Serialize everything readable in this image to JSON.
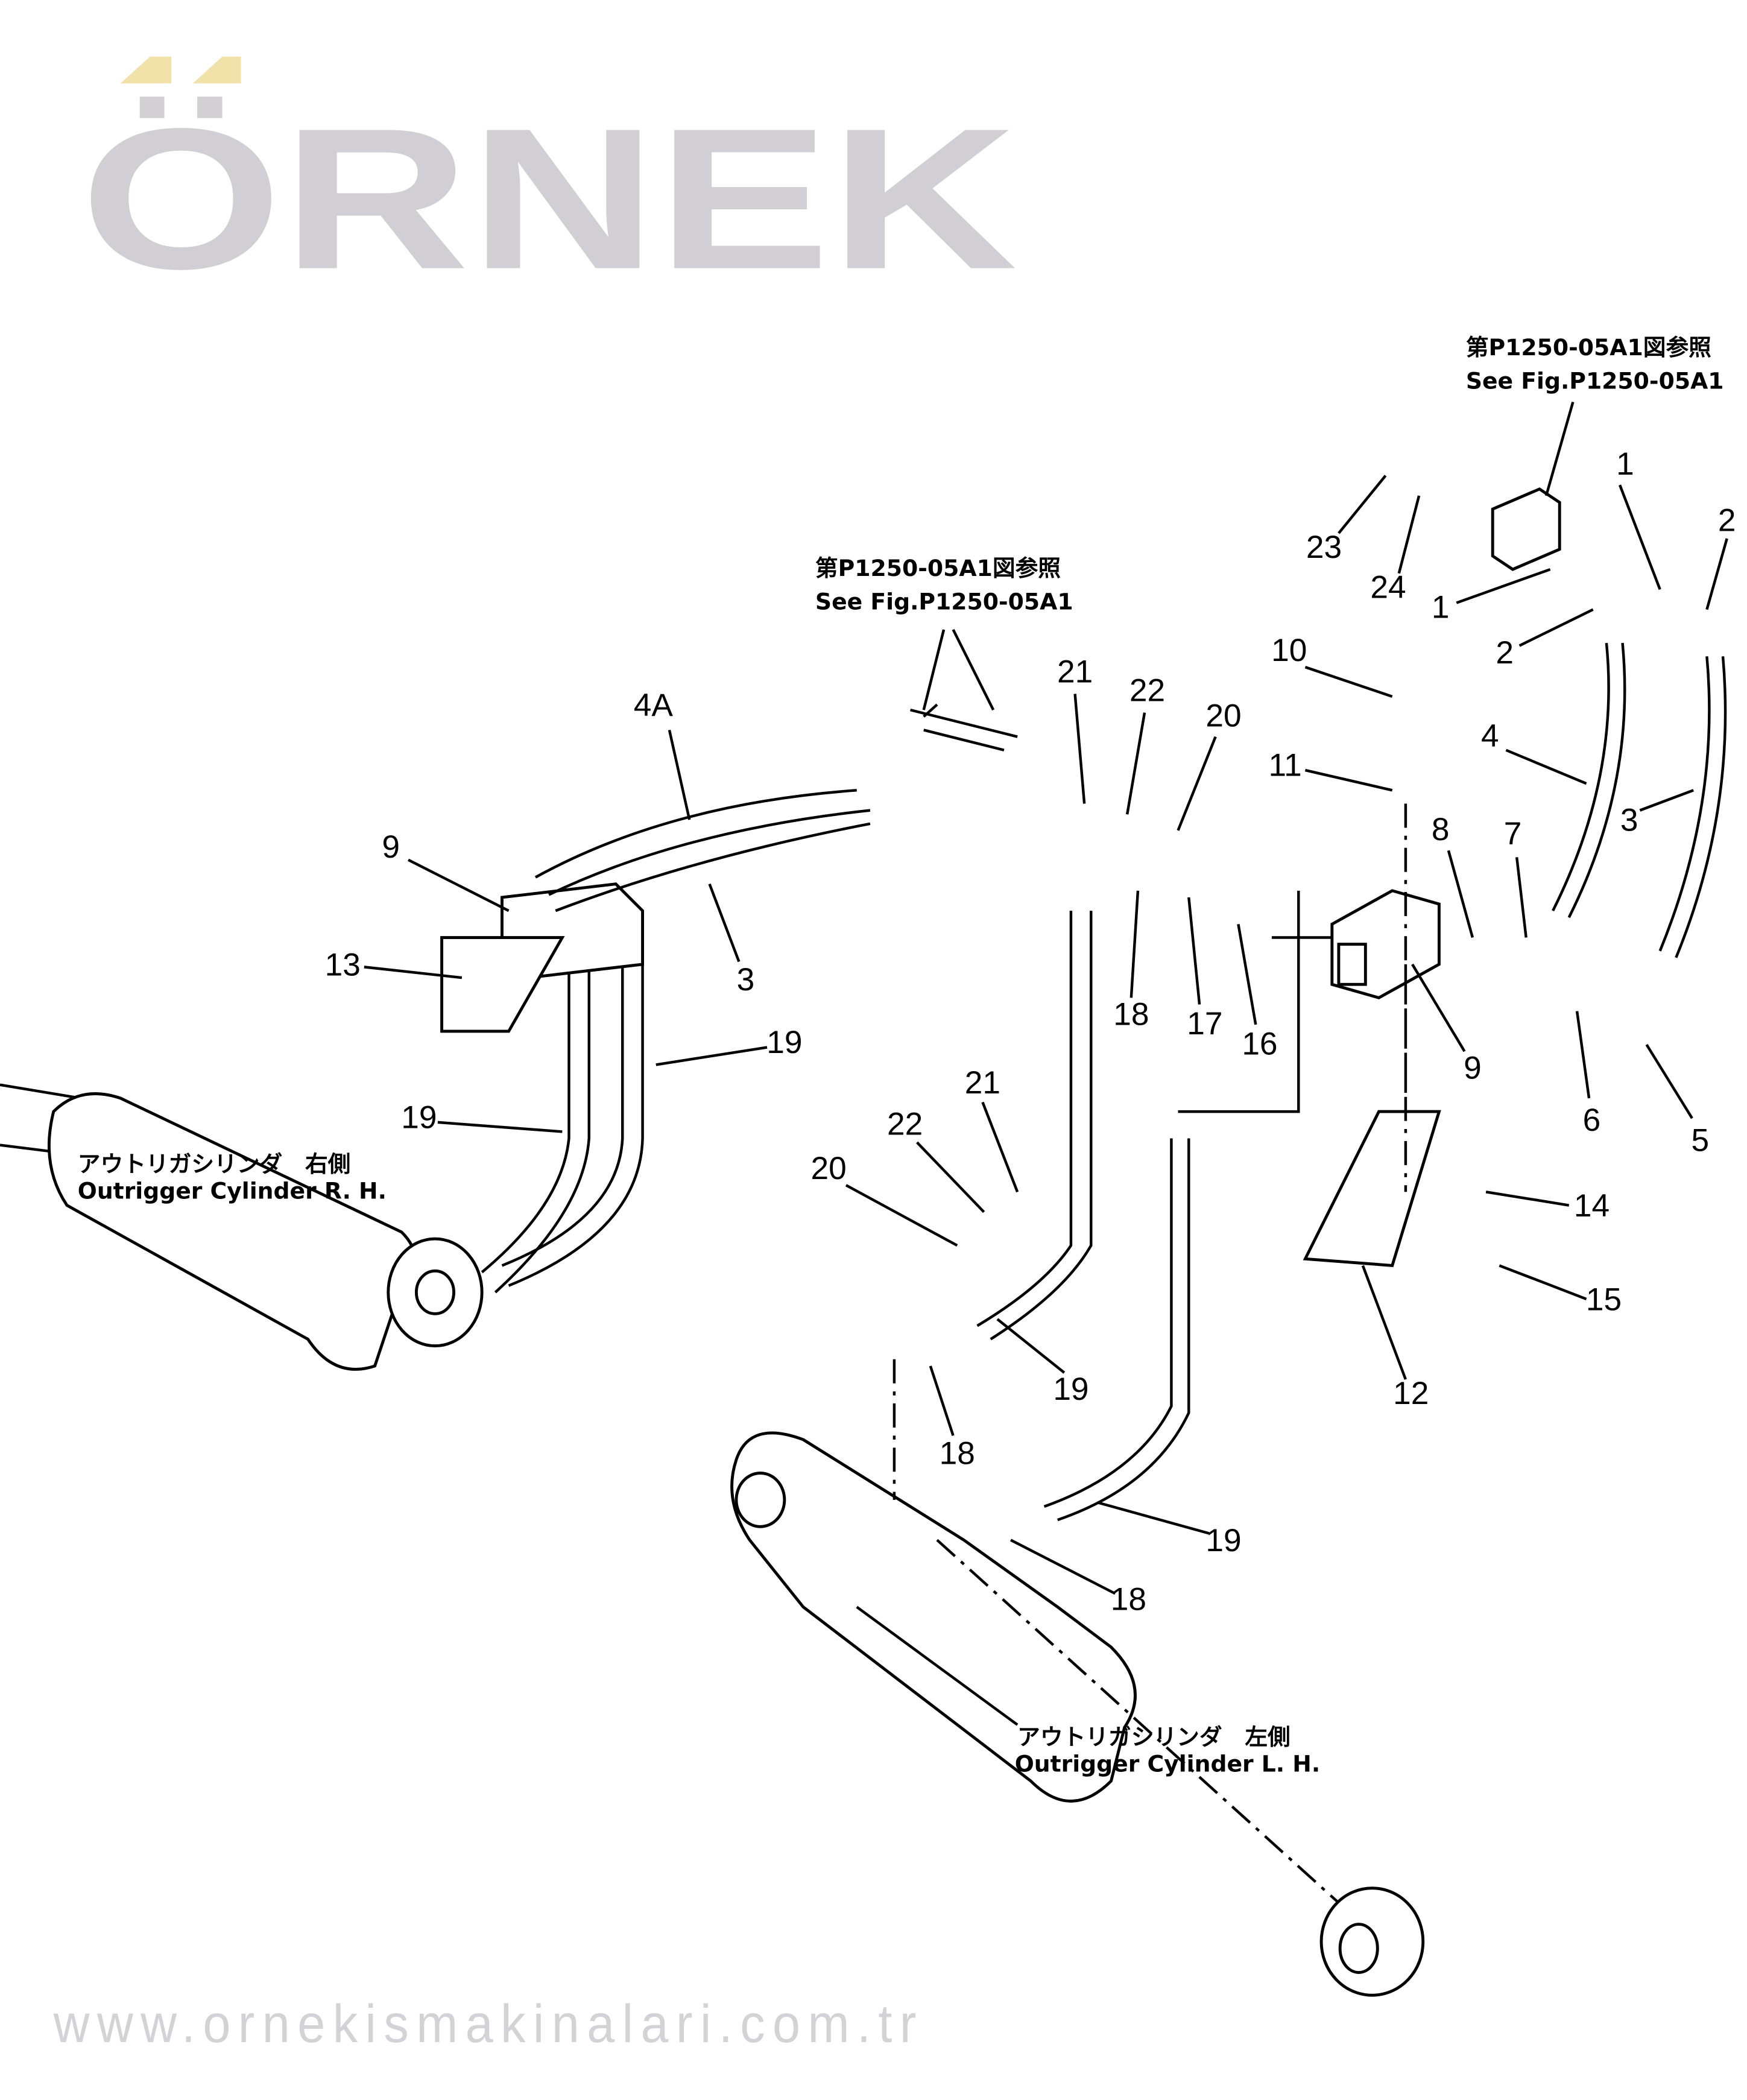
{
  "watermark": {
    "logo": "ÖRNEK",
    "url": "www.ornekismakinalari.com.tr",
    "logo_color": "#c9c7cc",
    "accent_color": "#f0e2a8"
  },
  "references": {
    "top_right": {
      "jp": "第P1250-05A1図参照",
      "en": "See Fig.P1250-05A1"
    },
    "top_middle": {
      "jp": "第P1250-05A1図参照",
      "en": "See Fig.P1250-05A1"
    }
  },
  "cylinders": {
    "rh": {
      "jp": "アウトリガシリンダ　右側",
      "en": "Outrigger  Cylinder  R. H."
    },
    "lh": {
      "jp": "アウトリガシリンダ　左側",
      "en": "Outrigger  Cylinder  L. H."
    }
  },
  "callouts": [
    "1",
    "2",
    "23",
    "24",
    "1",
    "2",
    "10",
    "4",
    "3",
    "11",
    "8",
    "7",
    "21",
    "22",
    "20",
    "4A",
    "9",
    "13",
    "3",
    "18",
    "17",
    "16",
    "9",
    "6",
    "5",
    "19",
    "19",
    "21",
    "22",
    "20",
    "14",
    "15",
    "12",
    "19",
    "18",
    "19",
    "18"
  ]
}
